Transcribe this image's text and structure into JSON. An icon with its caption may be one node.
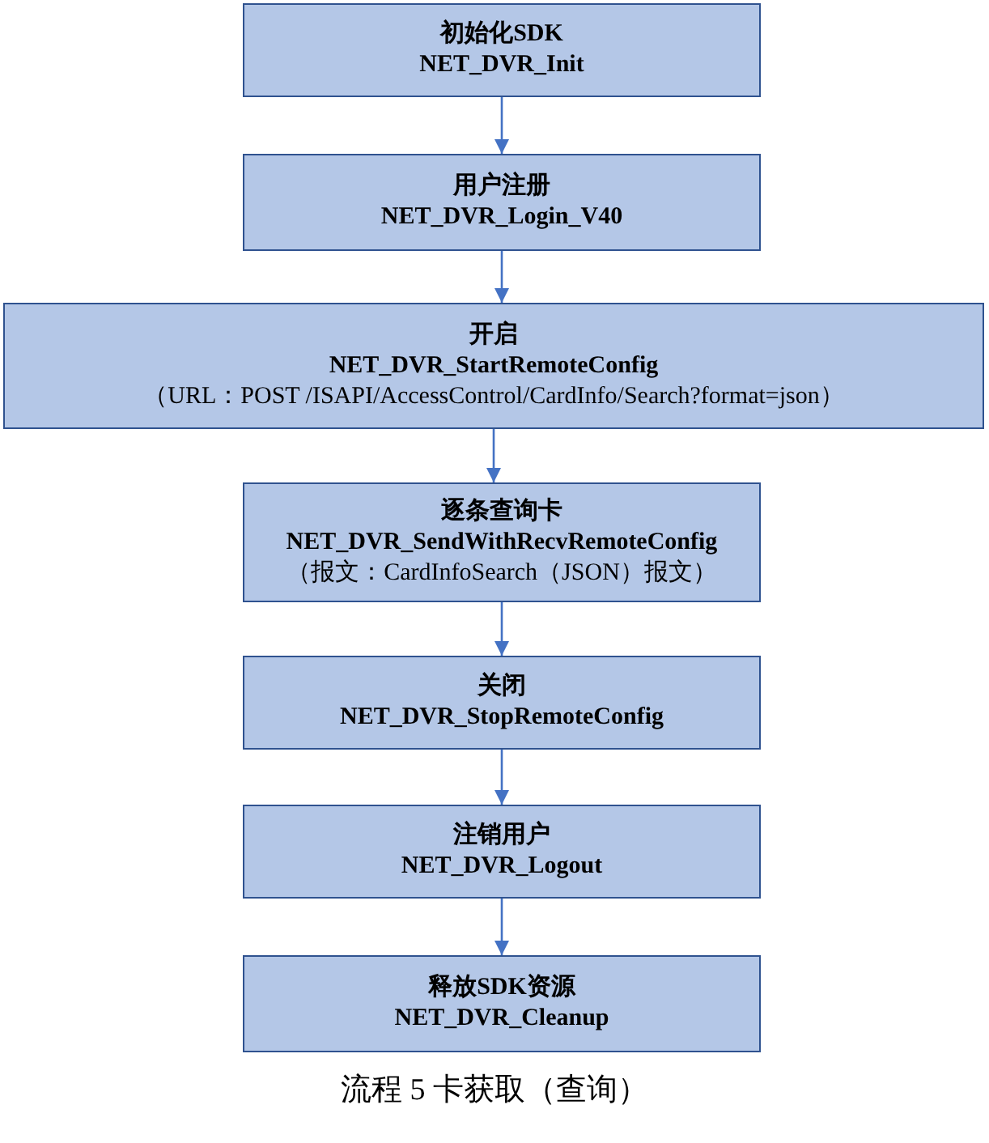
{
  "diagram": {
    "caption": "流程 5 卡获取（查询）",
    "nodes": [
      {
        "text": [
          "初始化SDK",
          "NET_DVR_Init"
        ]
      },
      {
        "text": [
          "用户注册",
          "NET_DVR_Login_V40"
        ]
      },
      {
        "text": [
          "开启",
          "NET_DVR_StartRemoteConfig",
          "（URL：POST /ISAPI/AccessControl/CardInfo/Search?format=json）"
        ]
      },
      {
        "text": [
          "逐条查询卡",
          "NET_DVR_SendWithRecvRemoteConfig",
          "（报文：CardInfoSearch（JSON）报文）"
        ]
      },
      {
        "text": [
          "关闭",
          "NET_DVR_StopRemoteConfig"
        ]
      },
      {
        "text": [
          "注销用户",
          "NET_DVR_Logout"
        ]
      },
      {
        "text": [
          "释放SDK资源",
          "NET_DVR_Cleanup"
        ]
      }
    ],
    "edges": [
      {
        "from": 0,
        "to": 1,
        "arrow": "to"
      },
      {
        "from": 1,
        "to": 2,
        "arrow": "to"
      },
      {
        "from": 2,
        "to": 3,
        "arrow": "to"
      },
      {
        "from": 3,
        "to": 4,
        "arrow": "to"
      },
      {
        "from": 4,
        "to": 5,
        "arrow": "to"
      },
      {
        "from": 5,
        "to": 6,
        "arrow": "to"
      }
    ]
  }
}
